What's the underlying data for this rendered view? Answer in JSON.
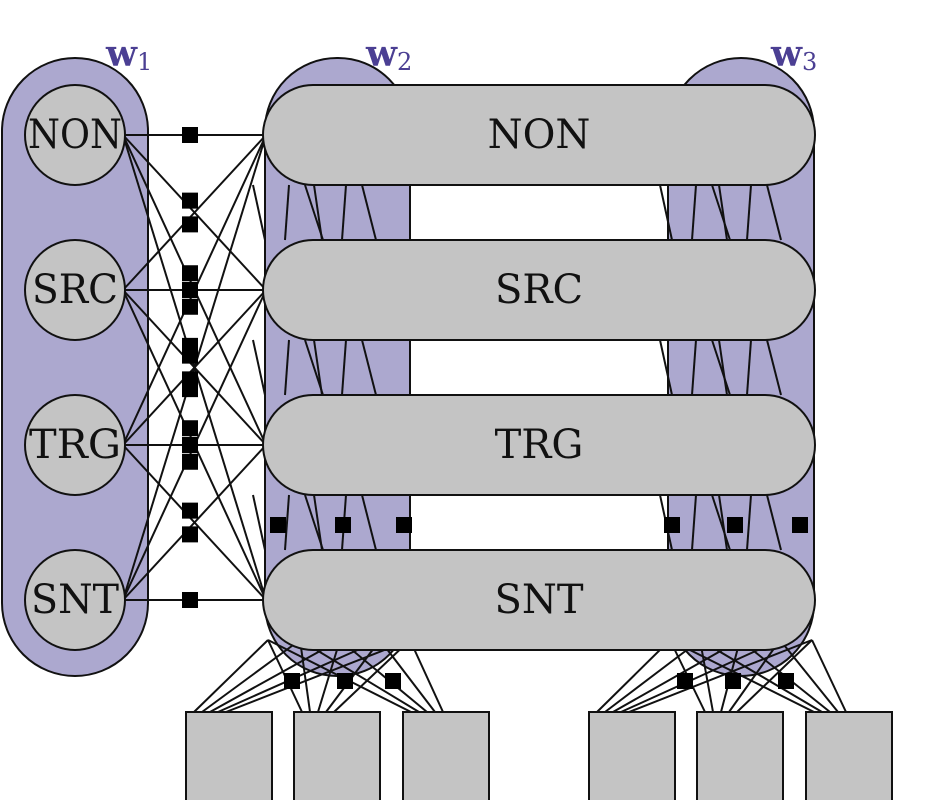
{
  "colors": {
    "lavender": "#aca8cf",
    "node_fill": "#c4c4c4",
    "stroke": "#111111",
    "label": "#4b3f93"
  },
  "groups": [
    {
      "letter": "w",
      "sub": "1"
    },
    {
      "letter": "w",
      "sub": "2"
    },
    {
      "letter": "w",
      "sub": "3"
    }
  ],
  "left_nodes": [
    "NON",
    "SRC",
    "TRG",
    "SNT"
  ],
  "wide_nodes": [
    "NON",
    "SRC",
    "TRG",
    "SNT"
  ]
}
